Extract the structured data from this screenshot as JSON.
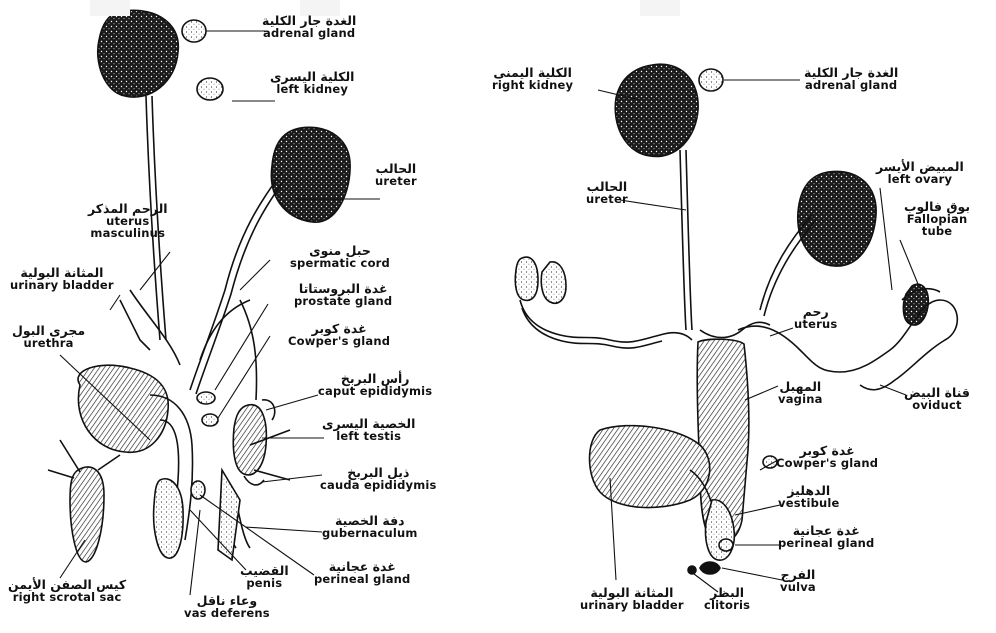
{
  "labels": {
    "male": {
      "adrenal": {
        "ar": "الغدة جار الكلية",
        "en": "adrenal gland"
      },
      "left_kidney": {
        "ar": "الكلية اليسرى",
        "en": "left kidney"
      },
      "ureter": {
        "ar": "الحالب",
        "en": "ureter"
      },
      "uterus_masculinus": {
        "ar": "الرحم المذكر",
        "en": "uterus",
        "en2": "masculinus"
      },
      "spermatic_cord": {
        "ar": "حبل منوى",
        "en": "spermatic cord"
      },
      "urinary_bladder": {
        "ar": "المثانة البولية",
        "en": "urinary bladder"
      },
      "prostate": {
        "ar": "غدة البروستاتا",
        "en": "prostate gland"
      },
      "urethra": {
        "ar": "مجرى البول",
        "en": "urethra"
      },
      "cowpers": {
        "ar": "غدة كوبر",
        "en": "Cowper's gland"
      },
      "caput": {
        "ar": "رأس البربخ",
        "en": "caput epididymis"
      },
      "left_testis": {
        "ar": "الخصية اليسرى",
        "en": "left testis"
      },
      "cauda": {
        "ar": "ذيل البربخ",
        "en": "cauda epididymis"
      },
      "gubernaculum": {
        "ar": "دفة الخصية",
        "en": "gubernaculum"
      },
      "perineal": {
        "ar": "غدة عجانية",
        "en": "perineal gland"
      },
      "penis": {
        "ar": "القضيب",
        "en": "penis"
      },
      "vas_deferens": {
        "ar": "وعاء ناقل",
        "en": "vas deferens"
      },
      "scrotal": {
        "ar": "كيس الصفن الأيمن",
        "en": "right scrotal sac"
      }
    },
    "female": {
      "right_kidney": {
        "ar": "الكلية اليمنى",
        "en": "right kidney"
      },
      "adrenal": {
        "ar": "الغدة جار الكلية",
        "en": "adrenal gland"
      },
      "left_ovary": {
        "ar": "المبيض الأيسر",
        "en": "left ovary"
      },
      "ureter": {
        "ar": "الحالب",
        "en": "ureter"
      },
      "fallopian": {
        "ar": "بوق فالوب",
        "en": "Fallopian",
        "en2": "tube"
      },
      "uterus": {
        "ar": "رحم",
        "en": "uterus"
      },
      "vagina": {
        "ar": "المهبل",
        "en": "vagina"
      },
      "oviduct": {
        "ar": "قناة البيض",
        "en": "oviduct"
      },
      "cowpers": {
        "ar": "غدة كوبر",
        "en": "Cowper's gland"
      },
      "vestibule": {
        "ar": "الدهليز",
        "en": "vestibule"
      },
      "perineal": {
        "ar": "غدة عجانية",
        "en": "perineal gland"
      },
      "vulva": {
        "ar": "الفرج",
        "en": "vulva"
      },
      "clitoris": {
        "ar": "البظر",
        "en": "clitoris"
      },
      "urinary_bladder": {
        "ar": "المثانة البولية",
        "en": "urinary bladder"
      }
    }
  }
}
